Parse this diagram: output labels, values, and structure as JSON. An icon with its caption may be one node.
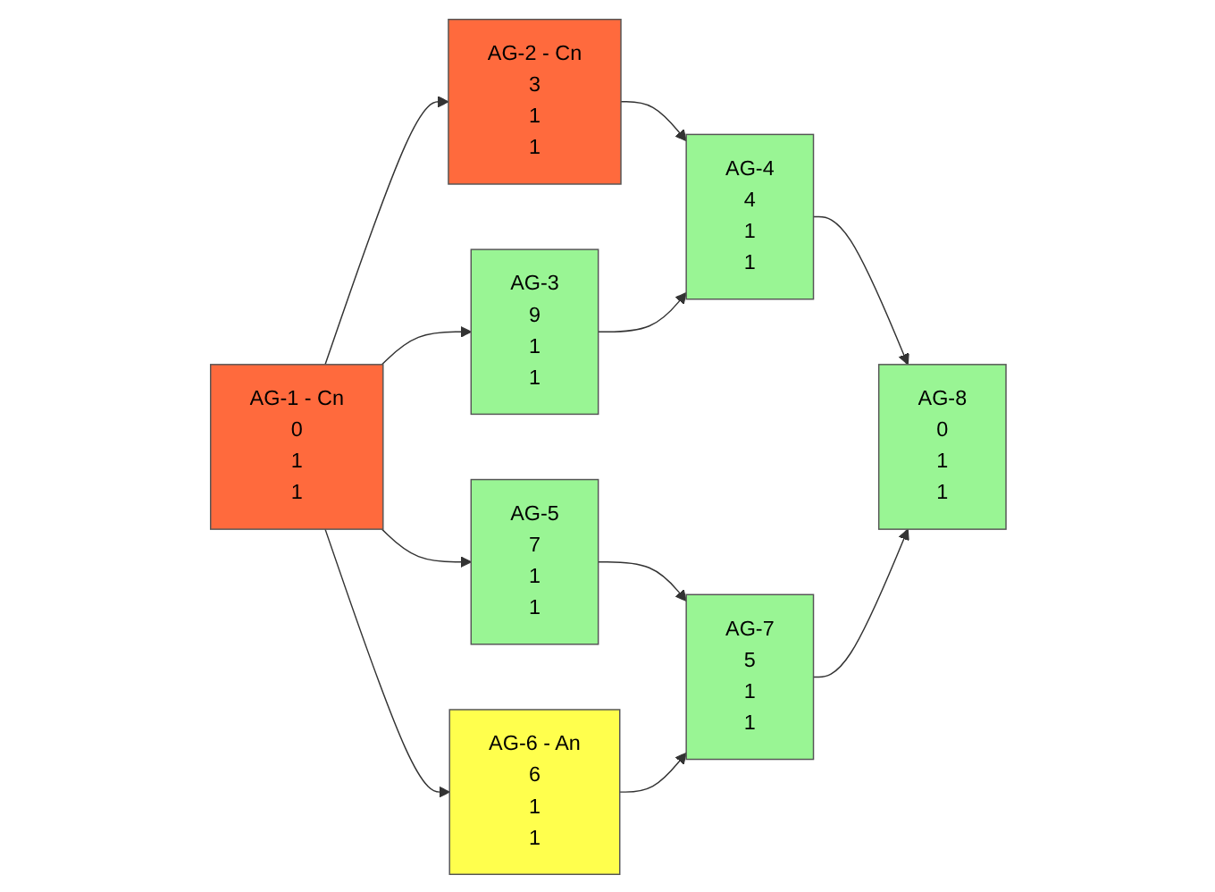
{
  "diagram": {
    "nodes": [
      {
        "text": [
          "AG-1 - Cn",
          "0",
          "1",
          "1"
        ]
      },
      {
        "text": [
          "AG-2 - Cn",
          "3",
          "1",
          "1"
        ]
      },
      {
        "text": [
          "AG-3",
          "9",
          "1",
          "1"
        ]
      },
      {
        "text": [
          "AG-4",
          "4",
          "1",
          "1"
        ]
      },
      {
        "text": [
          "AG-5",
          "7",
          "1",
          "1"
        ]
      },
      {
        "text": [
          "AG-6 - An",
          "6",
          "1",
          "1"
        ]
      },
      {
        "text": [
          "AG-7",
          "5",
          "1",
          "1"
        ]
      },
      {
        "text": [
          "AG-8",
          "0",
          "1",
          "1"
        ]
      }
    ],
    "edges": [
      {
        "from": 0,
        "to": 1,
        "arrow": "to"
      },
      {
        "from": 0,
        "to": 2,
        "arrow": "to"
      },
      {
        "from": 0,
        "to": 4,
        "arrow": "to"
      },
      {
        "from": 0,
        "to": 5,
        "arrow": "to"
      },
      {
        "from": 1,
        "to": 3,
        "arrow": "to"
      },
      {
        "from": 2,
        "to": 3,
        "arrow": "to"
      },
      {
        "from": 4,
        "to": 6,
        "arrow": "to"
      },
      {
        "from": 5,
        "to": 6,
        "arrow": "to"
      },
      {
        "from": 3,
        "to": 7,
        "arrow": "to"
      },
      {
        "from": 6,
        "to": 7,
        "arrow": "to"
      }
    ]
  }
}
